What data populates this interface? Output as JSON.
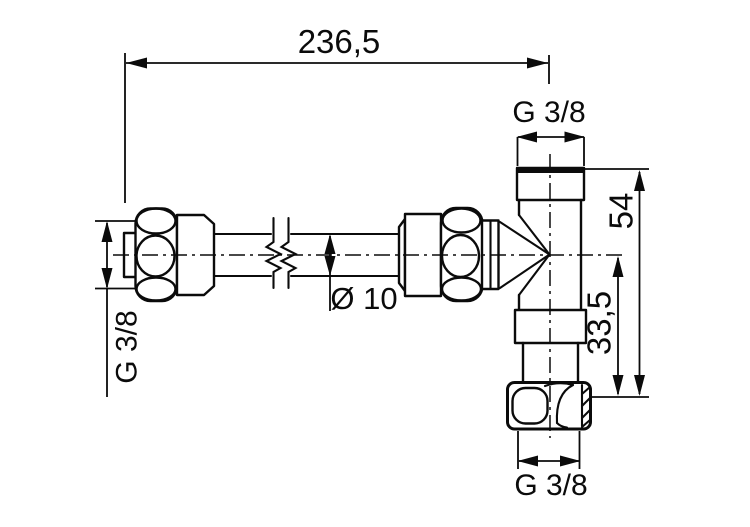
{
  "drawing": {
    "kind": "technical-dimension-drawing",
    "colors": {
      "line": "#0b0b0b",
      "background": "#ffffff"
    },
    "labels": {
      "overall_length": "236,5",
      "thread_top": "G 3/8",
      "thread_left": "G 3/8",
      "thread_bottom": "G 3/8",
      "height_total": "54",
      "height_to_center": "33,5",
      "hose_diameter": "Ø 10"
    }
  }
}
